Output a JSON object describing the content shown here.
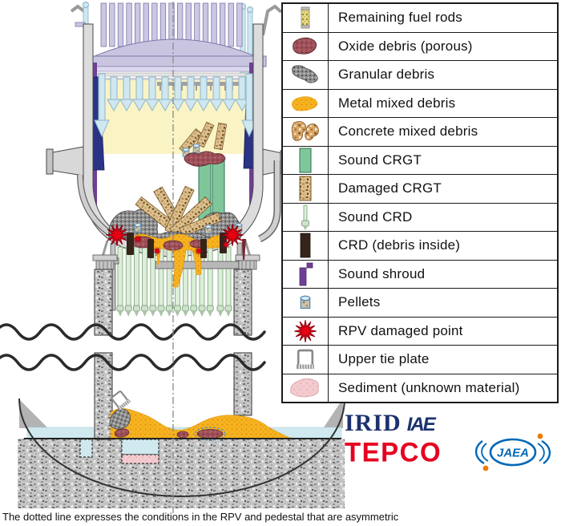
{
  "legend": {
    "items": [
      {
        "label": "Remaining fuel rods",
        "icon": "fuel-rod-icon"
      },
      {
        "label": "Oxide debris (porous)",
        "icon": "oxide-debris-icon"
      },
      {
        "label": "Granular debris",
        "icon": "granular-debris-icon"
      },
      {
        "label": "Metal mixed debris",
        "icon": "metal-debris-icon"
      },
      {
        "label": "Concrete mixed debris",
        "icon": "concrete-debris-icon"
      },
      {
        "label": "Sound CRGT",
        "icon": "sound-crgt-icon"
      },
      {
        "label": "Damaged CRGT",
        "icon": "damaged-crgt-icon"
      },
      {
        "label": "Sound CRD",
        "icon": "sound-crd-icon"
      },
      {
        "label": "CRD (debris inside)",
        "icon": "crd-debris-inside-icon"
      },
      {
        "label": "Sound shroud",
        "icon": "sound-shroud-icon"
      },
      {
        "label": "Pellets",
        "icon": "pellets-icon"
      },
      {
        "label": "RPV damaged point",
        "icon": "rpv-damaged-point-icon"
      },
      {
        "label": "Upper tie plate",
        "icon": "upper-tie-plate-icon"
      },
      {
        "label": "Sediment (unknown material)",
        "icon": "sediment-icon"
      }
    ]
  },
  "logos": {
    "irid": "IRID",
    "iae": "IAE",
    "tepco": "TEPCO",
    "jaea": "JAEA"
  },
  "caption": "The dotted line expresses the conditions in the RPV and pedestal that are asymmetric",
  "colors": {
    "sound_crgt_green": "#7fc79b",
    "sound_crd_green": "#dceed8",
    "damaged_crgt_tan": "#dcc08f",
    "oxide_debris_red": "#a05058",
    "granular_debris_gray": "#8f8f8f",
    "metal_debris_yellow": "#f6b420",
    "concrete_debris_brown": "#d8a869",
    "sediment_pink": "#f3cbce",
    "shroud_purple": "#6e3f95",
    "crd_debris_dark": "#35241a",
    "rpv_damage_red": "#e60012",
    "water_blue": "#cfe9ef",
    "irid_navy": "#1c316e",
    "tepco_red": "#e60021",
    "jaea_blue": "#0068b7",
    "jaea_orange": "#ef7a00"
  }
}
